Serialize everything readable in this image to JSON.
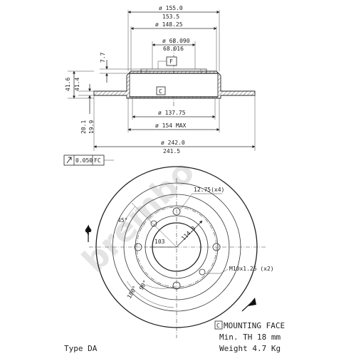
{
  "watermark": "brembo",
  "dimensions": {
    "d_155_0": "ø 155.0",
    "d_153_5": "153.5",
    "d_148_25": "ø 148.25",
    "d_68_090": "ø 68.090",
    "d_68_016": "68.016",
    "d_7_7": "7.7",
    "d_41_6": "41.6",
    "d_41_4": "41.4",
    "d_20_1": "20.1",
    "d_19_9": "19.9",
    "d_137_75": "ø 137.75",
    "d_154_max": "ø 154 MAX",
    "d_242_0": "ø 242.0",
    "d_241_5": "241.5",
    "d_12_75": "12.75(x4)",
    "d_45": "45°",
    "d_103": "103",
    "d_114_3": "114.3",
    "d_m10": "M10x1.25 (x2)",
    "d_90": "90°",
    "d_180": "180°"
  },
  "datum_f": "F",
  "datum_c": "C",
  "tolerance_value": "0.050",
  "tolerance_ref": "FC",
  "notes": {
    "mounting_face_letter": "C",
    "mounting_face": "MOUNTING FACE",
    "min_th": "Min. TH 18   mm",
    "weight": "Weight  4.7 Kg"
  },
  "type_label": "Type DA"
}
